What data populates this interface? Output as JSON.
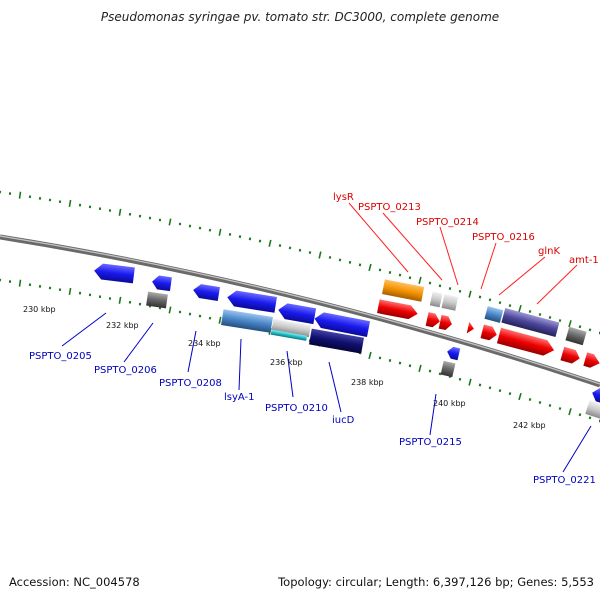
{
  "title": "Pseudomonas syringae pv. tomato str. DC3000, complete genome",
  "footer": {
    "accession": "Accession: NC_004578",
    "summary": "Topology: circular; Length: 6,397,126 bp; Genes: 5,553"
  },
  "colors": {
    "backbone": "#8a8a8a",
    "tick_green": "#1a7a1a",
    "forward_gene_red": "#ee0000",
    "reverse_gene_blue": "#1a1aee",
    "label_red": "#dd0000",
    "label_blue": "#0000bb"
  },
  "kbp_labels": [
    "230 kbp",
    "232 kbp",
    "234 kbp",
    "236 kbp",
    "238 kbp",
    "240 kbp",
    "242 kbp"
  ],
  "top_labels": [
    "lysR",
    "PSPTO_0213",
    "PSPTO_0214",
    "PSPTO_0216",
    "glnK",
    "amt-1"
  ],
  "bottom_labels": [
    "PSPTO_0205",
    "PSPTO_0206",
    "PSPTO_0208",
    "lsyA-1",
    "PSPTO_0210",
    "iucD",
    "PSPTO_0215",
    "PSPTO_0221"
  ]
}
